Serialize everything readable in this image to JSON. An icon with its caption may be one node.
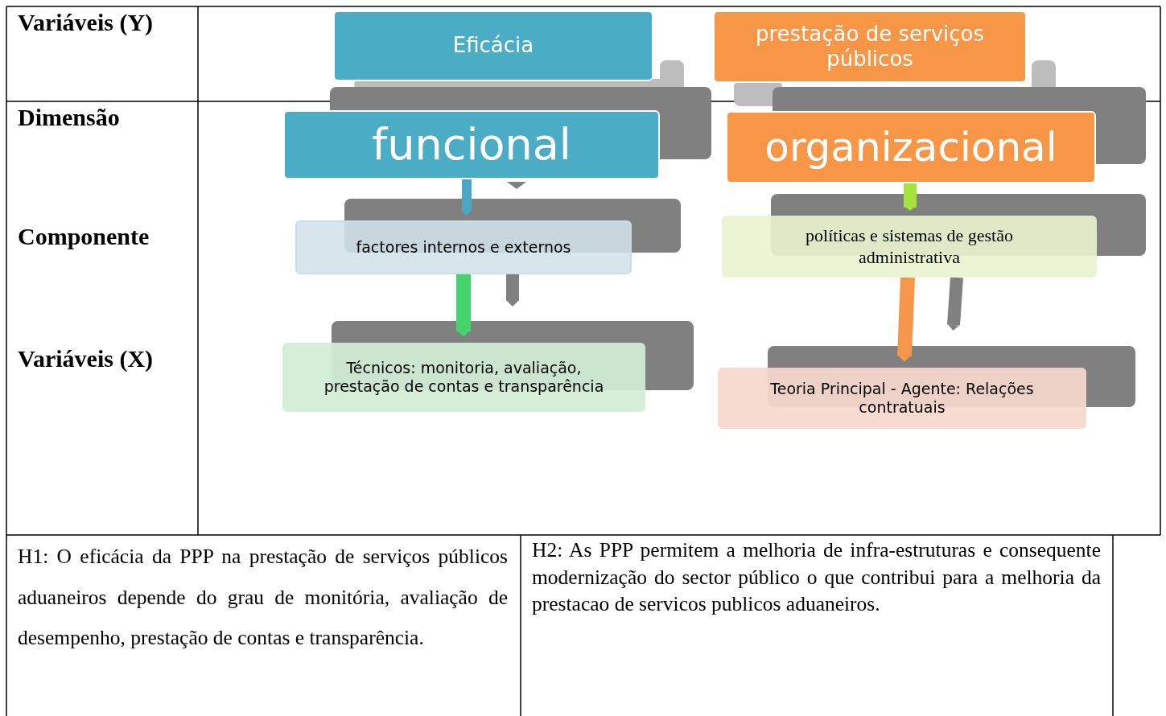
{
  "diagram": {
    "nodes": [
      {
        "text": [
          "Eficácia"
        ]
      },
      {
        "text": [
          "prestação de serviços públicos"
        ]
      },
      {
        "text": [
          "funcional"
        ]
      },
      {
        "text": [
          "organizacional"
        ]
      },
      {
        "text": [
          "factores internos e externos"
        ]
      },
      {
        "text": [
          "políticas e sistemas de gestão administrativa"
        ]
      },
      {
        "text": [
          "Técnicos: monitoria, avaliação, prestação de contas e transparência"
        ]
      },
      {
        "text": [
          "Teoria Principal - Agente: Relações contratuais"
        ]
      }
    ],
    "edges": [
      {
        "from": 2,
        "to": 4,
        "arrow": "to",
        "color": "#4aa8c4"
      },
      {
        "from": 4,
        "to": 6,
        "arrow": "to",
        "color": "#44d46c"
      },
      {
        "from": 3,
        "to": 5,
        "arrow": "to",
        "color": "#a6e23c"
      },
      {
        "from": 5,
        "to": 7,
        "arrow": "to",
        "color": "#f5964a"
      },
      {
        "from": 4,
        "to": 6,
        "arrow": "to"
      },
      {
        "from": 5,
        "to": 7,
        "arrow": "to"
      }
    ],
    "labels": [
      "Variáveis (Y)",
      "Dimensão",
      "Componente",
      "Variáveis (X)",
      "H1: O eficácia da PPP na prestação de serviços públicos aduaneiros depende do grau de monitória, avaliação de desempenho, prestação de contas e transparência.",
      "H2: As PPP permitem a melhoria de infra-estruturas e consequente modernização do sector público o que contribui para a melhoria da prestacao de servicos publicos aduaneiros."
    ]
  }
}
